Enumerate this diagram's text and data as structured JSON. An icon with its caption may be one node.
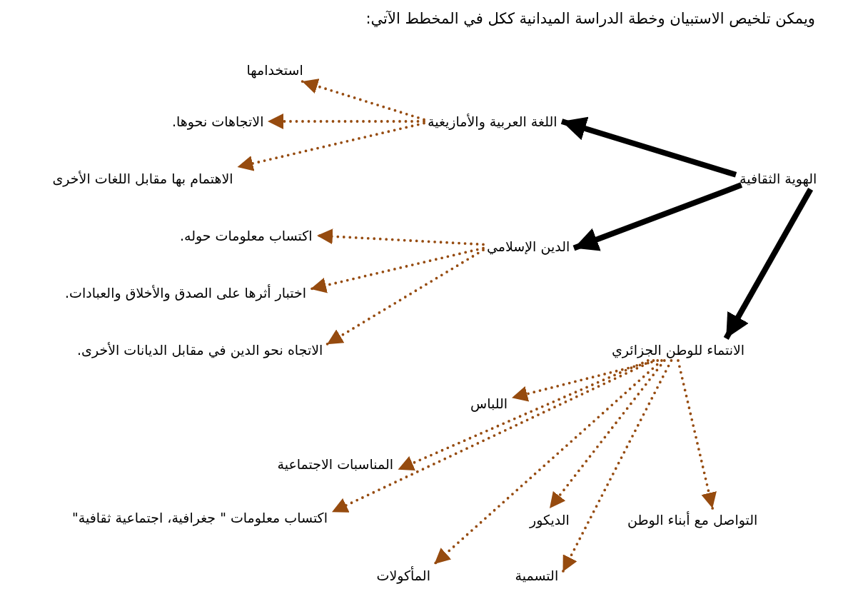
{
  "diagram": {
    "title": "ويمكن تلخيص الاستبيان وخطة الدراسة الميدانية ككل في المخطط الآتي:",
    "nodes": [
      {
        "text": [
          "الهوية الثقافية"
        ]
      },
      {
        "text": [
          "اللغة العربية والأمازيغية"
        ]
      },
      {
        "text": [
          "استخدامها"
        ]
      },
      {
        "text": [
          "الاتجاهات نحوها."
        ]
      },
      {
        "text": [
          "الاهتمام بها مقابل اللغات الأخرى"
        ]
      },
      {
        "text": [
          "الدين الإسلامي"
        ]
      },
      {
        "text": [
          "اكتساب معلومات حوله."
        ]
      },
      {
        "text": [
          "اختبار أثرها على الصدق والأخلاق والعبادات."
        ]
      },
      {
        "text": [
          "الاتجاه نحو الدين في مقابل الديانات الأخرى."
        ]
      },
      {
        "text": [
          "الانتماء للوطن الجزائري"
        ]
      },
      {
        "text": [
          "اللباس"
        ]
      },
      {
        "text": [
          "المناسبات الاجتماعية"
        ]
      },
      {
        "text": [
          "اكتساب معلومات \" جغرافية، اجتماعية ثقافية\""
        ]
      },
      {
        "text": [
          "الديكور"
        ]
      },
      {
        "text": [
          "التواصل مع أبناء الوطن"
        ]
      },
      {
        "text": [
          "المأكولات"
        ]
      },
      {
        "text": [
          "التسمية"
        ]
      }
    ],
    "edges": [
      {
        "from": 0,
        "to": 1,
        "arrow": "to",
        "style": "thick",
        "color": "#000000"
      },
      {
        "from": 0,
        "to": 5,
        "arrow": "to",
        "style": "thick",
        "color": "#000000"
      },
      {
        "from": 0,
        "to": 9,
        "arrow": "to",
        "style": "thick",
        "color": "#000000"
      },
      {
        "from": 1,
        "to": 2,
        "arrow": "to",
        "style": "dashed"
      },
      {
        "from": 1,
        "to": 3,
        "arrow": "to",
        "style": "dashed"
      },
      {
        "from": 1,
        "to": 4,
        "arrow": "to",
        "style": "dashed"
      },
      {
        "from": 5,
        "to": 6,
        "arrow": "to",
        "style": "dashed"
      },
      {
        "from": 5,
        "to": 7,
        "arrow": "to",
        "style": "dashed"
      },
      {
        "from": 5,
        "to": 8,
        "arrow": "to",
        "style": "dashed"
      },
      {
        "from": 9,
        "to": 10,
        "arrow": "to",
        "style": "dashed"
      },
      {
        "from": 9,
        "to": 11,
        "arrow": "to",
        "style": "dashed"
      },
      {
        "from": 9,
        "to": 12,
        "arrow": "to",
        "style": "dashed"
      },
      {
        "from": 9,
        "to": 13,
        "arrow": "to",
        "style": "dashed"
      },
      {
        "from": 9,
        "to": 14,
        "arrow": "to",
        "style": "dashed"
      },
      {
        "from": 9,
        "to": 15,
        "arrow": "to",
        "style": "dashed"
      },
      {
        "from": 9,
        "to": 16,
        "arrow": "to",
        "style": "dashed"
      }
    ]
  }
}
